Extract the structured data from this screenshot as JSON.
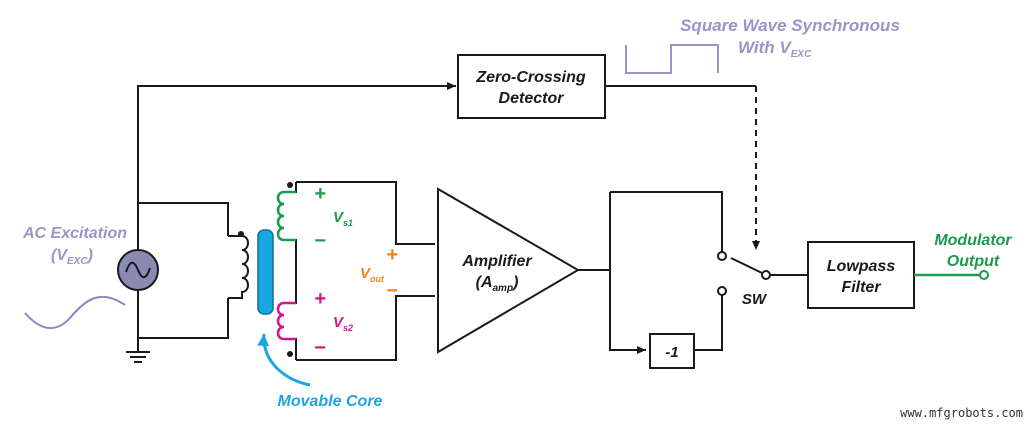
{
  "labels": {
    "square_wave": "Square Wave Synchronous",
    "with_prefix": "With V",
    "with_sub": "EXC",
    "zero_crossing_line1": "Zero-Crossing",
    "zero_crossing_line2": "Detector",
    "ac_excitation": "AC Excitation",
    "vexc_open": "(V",
    "vexc_sub": "EXC",
    "vexc_close": ")",
    "vs1": "V",
    "vs1_sub": "s1",
    "vs2": "V",
    "vs2_sub": "s2",
    "vout": "V",
    "vout_sub": "out",
    "plus": "+",
    "minus": "−",
    "amplifier_line1": "Amplifier",
    "aamp_open": "(A",
    "aamp_sub": "amp",
    "aamp_close": ")",
    "invert": "-1",
    "sw": "SW",
    "lowpass_line1": "Lowpass",
    "lowpass_line2": "Filter",
    "modulator_line1": "Modulator",
    "modulator_line2": "Output",
    "movable_core": "Movable Core",
    "watermark": "www.mfgrobots.com"
  },
  "colors": {
    "wire": "#1a1a1a",
    "annotation_purple": "#9a94c8",
    "wave_purple": "#8e85c4",
    "source_fill": "#8a8bb3",
    "secondary_green": "#1a9a4a",
    "secondary_magenta": "#d6148a",
    "core_blue": "#1aa6e0",
    "vout_orange": "#e8861a",
    "output_green": "#1a9a4a"
  },
  "icons": {
    "source": "ac-voltage-source-icon",
    "ground": "ground-icon",
    "core": "movable-core-icon",
    "switch": "switch-icon"
  }
}
